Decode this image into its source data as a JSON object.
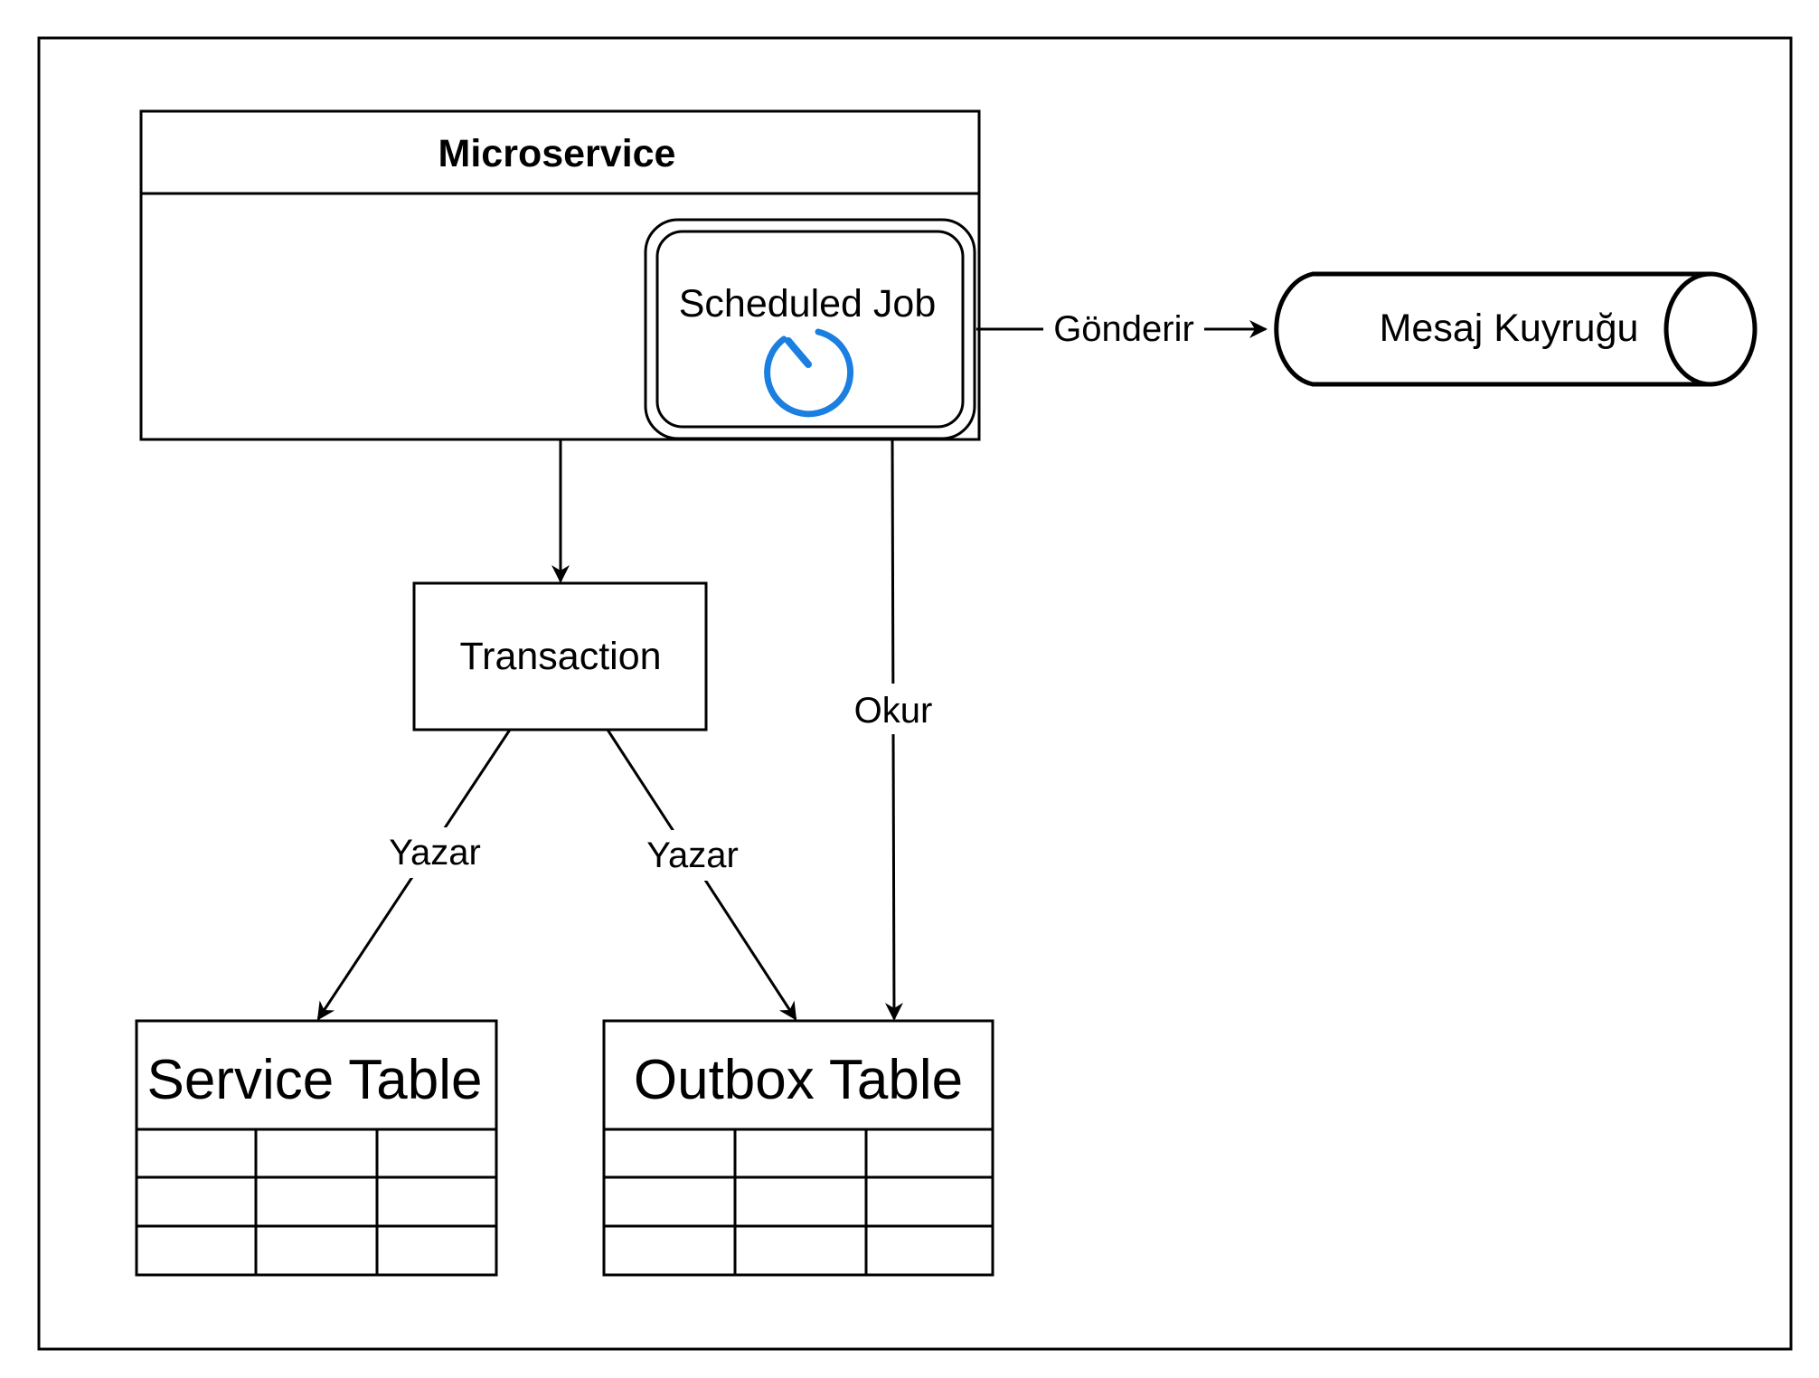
{
  "colors": {
    "line": "#000000",
    "background": "#ffffff",
    "timer_accent": "#1a7fe0"
  },
  "microservice": {
    "title": "Microservice"
  },
  "scheduled_job": {
    "label": "Scheduled Job",
    "icon": "timer-icon"
  },
  "message_queue": {
    "label": "Mesaj Kuyruğu"
  },
  "transaction": {
    "label": "Transaction"
  },
  "service_table": {
    "title": "Service Table",
    "rows": 3,
    "columns": 3
  },
  "outbox_table": {
    "title": "Outbox Table",
    "rows": 3,
    "columns": 3
  },
  "edges": {
    "job_to_queue": "Gönderir",
    "job_to_outbox": "Okur",
    "transaction_to_service": "Yazar",
    "transaction_to_outbox": "Yazar"
  }
}
